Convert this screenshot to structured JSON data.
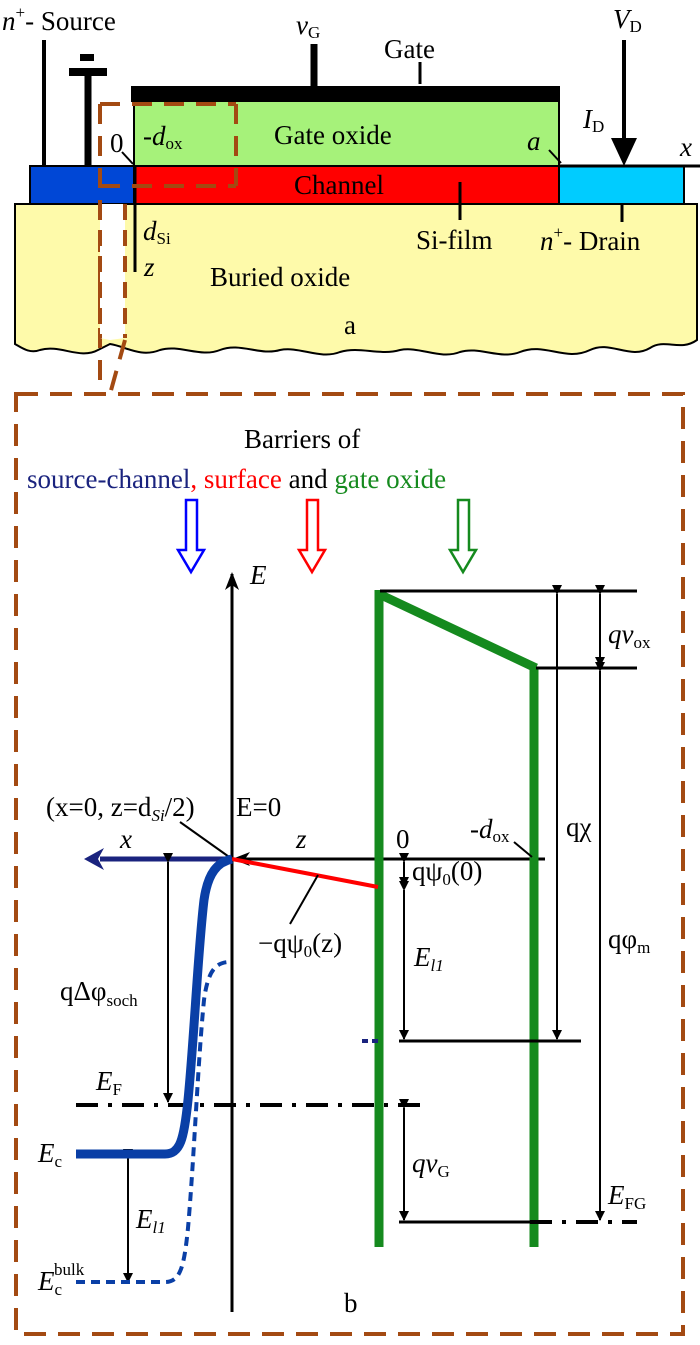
{
  "panel_a": {
    "source_label_n": "n",
    "source_label_plus": "+",
    "source_label_rest": "- Source",
    "vg_main": "v",
    "vg_sub": "G",
    "gate": "Gate",
    "vd_main": "V",
    "vd_sub": "D",
    "gate_oxide": "Gate oxide",
    "minus_dox_main": "-d",
    "minus_dox_sub": "ox",
    "zero": "0",
    "a_point": "a",
    "id_main": "I",
    "id_sub": "D",
    "x_axis": "x",
    "channel": "Channel",
    "dsi_main": "d",
    "dsi_sub": "Si",
    "z_axis": "z",
    "si_film": "Si-film",
    "drain_n": "n",
    "drain_plus": "+",
    "drain_rest": "- Drain",
    "buried_oxide": "Buried oxide",
    "caption": "a",
    "colors": {
      "gate": "#000000",
      "gate_oxide": "#a6f27a",
      "channel": "#ff0000",
      "source": "#0047d6",
      "drain": "#00ccff",
      "buried_oxide": "#fefaaa",
      "dashed_box": "#a34a12"
    }
  },
  "panel_b": {
    "title_line1": "Barriers of",
    "title_source_channel": "source-channel",
    "title_comma": ",",
    "title_surface": "surface",
    "title_and": "and",
    "title_gate_oxide": "gate oxide",
    "e_axis": "E",
    "origin_coords": "(x=0, z=d",
    "origin_coords_sub": "Si",
    "origin_coords_end": "/2)",
    "e_zero": "E=0",
    "x_axis": "x",
    "z_axis": "z",
    "zero": "0",
    "minus_dox_main": "-d",
    "minus_dox_sub": "ox",
    "q_vox_main": "qv",
    "q_vox_sub": "ox",
    "q_chi": "qχ",
    "q_psi0_0": "qψ",
    "q_psi0_0_sub": "0",
    "q_psi0_0_arg": "(0)",
    "minus_q_psi0_z": "−qψ",
    "minus_q_psi0_z_sub": "0",
    "minus_q_psi0_z_arg": "(z)",
    "q_phi_m_main": "qφ",
    "q_phi_m_sub": "m",
    "q_delta_phi_main": "qΔφ",
    "q_delta_phi_sub": "soch",
    "el1_main": "E",
    "el1_sub": "l1",
    "ef_main": "E",
    "ef_sub": "F",
    "ec_main": "E",
    "ec_sub": "c",
    "q_vg_main": "qv",
    "q_vg_sub": "G",
    "efg_main": "E",
    "efg_sub": "FG",
    "ec_bulk_main": "E",
    "ec_bulk_sub": "c",
    "ec_bulk_sup": "bulk",
    "caption": "b",
    "colors": {
      "source_channel": "#1a237e",
      "source_channel_arrow": "#0000ff",
      "band_blue": "#0a3fa6",
      "surface": "#ff0000",
      "gate_oxide": "#158a1e",
      "dashed_box": "#a34a12"
    }
  }
}
